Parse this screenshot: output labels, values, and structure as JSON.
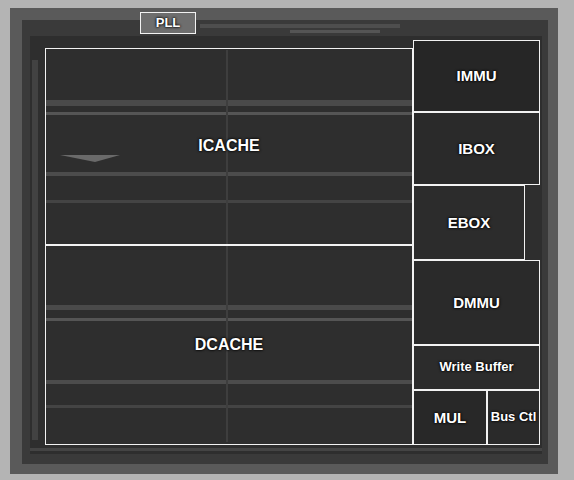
{
  "diagram": {
    "nodes": [
      {
        "text": [
          "PLL"
        ]
      },
      {
        "text": [
          "ICACHE"
        ]
      },
      {
        "text": [
          "IMMU"
        ]
      },
      {
        "text": [
          "IBOX"
        ]
      },
      {
        "text": [
          "EBOX"
        ]
      },
      {
        "text": [
          "DCACHE"
        ]
      },
      {
        "text": [
          "DMMU"
        ]
      },
      {
        "text": [
          "Write Buffer"
        ]
      },
      {
        "text": [
          "MUL"
        ]
      },
      {
        "text": [
          "Bus Ctl"
        ]
      }
    ]
  }
}
